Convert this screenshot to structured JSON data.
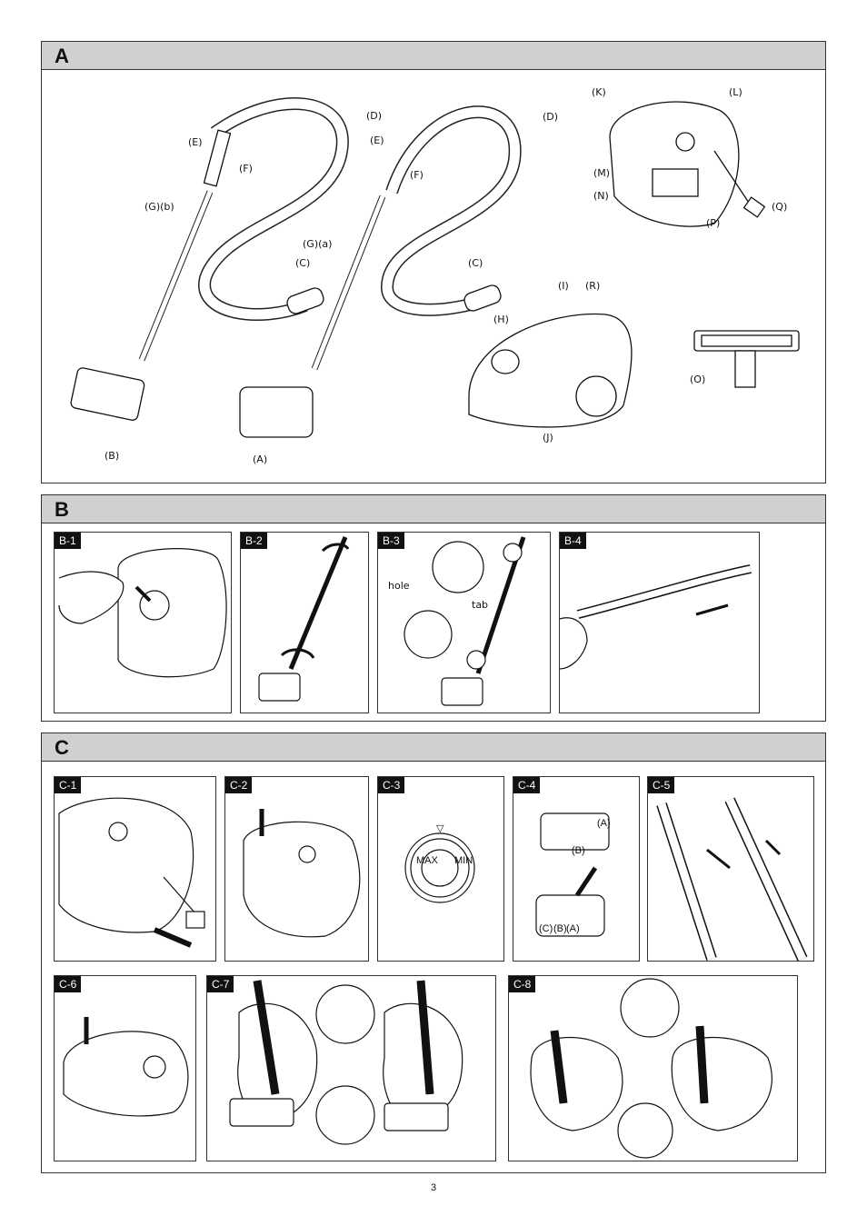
{
  "sections": {
    "a": {
      "letter": "A"
    },
    "b": {
      "letter": "B"
    },
    "c": {
      "letter": "C"
    }
  },
  "callouts": {
    "A": "A",
    "B": "B",
    "C": "C",
    "D": "D",
    "E": "E",
    "F": "F",
    "G": "G",
    "a": "a",
    "b": "b",
    "H": "H",
    "I": "I",
    "J": "J",
    "K": "K",
    "L": "L",
    "M": "M",
    "N": "N",
    "O": "O",
    "P": "P",
    "Q": "Q",
    "R": "R"
  },
  "panels": {
    "b1": "B-1",
    "b2": "B-2",
    "b3": "B-3",
    "b4": "B-4",
    "c1": "C-1",
    "c2": "C-2",
    "c3": "C-3",
    "c4": "C-4",
    "c5": "C-5",
    "c6": "C-6",
    "c7": "C-7",
    "c8": "C-8"
  },
  "b3_labels": {
    "hole": "hole",
    "tab": "tab"
  },
  "c3_dial": {
    "max": "MAX",
    "min": "MIN",
    "marker": "▽"
  },
  "page_number": "3"
}
